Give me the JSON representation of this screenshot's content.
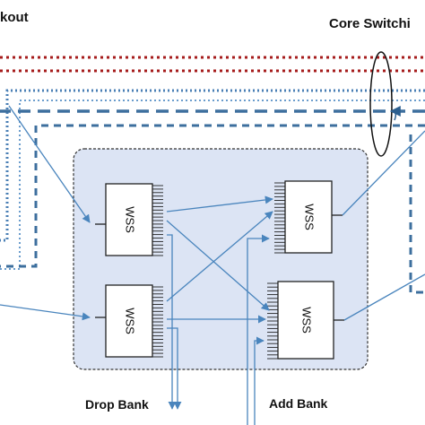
{
  "labels": {
    "breakout": "kout",
    "core_switching": "Core Switchi",
    "drop_bank": "Drop Bank",
    "add_bank": "Add Bank"
  },
  "wss_modules": [
    {
      "id": "wss-top-left",
      "text": "WSS"
    },
    {
      "id": "wss-bottom-left",
      "text": "WSS"
    },
    {
      "id": "wss-top-right",
      "text": "WSS"
    },
    {
      "id": "wss-bottom-right",
      "text": "WSS"
    }
  ],
  "colors": {
    "dark_red_dotted": "#a61c1c",
    "blue_dotted": "#4a7fb5",
    "blue_dashed": "#3d6f9e",
    "arrow_blue": "#4a85bd",
    "node_fill": "#dce4f4",
    "node_border": "#333333",
    "wss_border": "#222222"
  }
}
